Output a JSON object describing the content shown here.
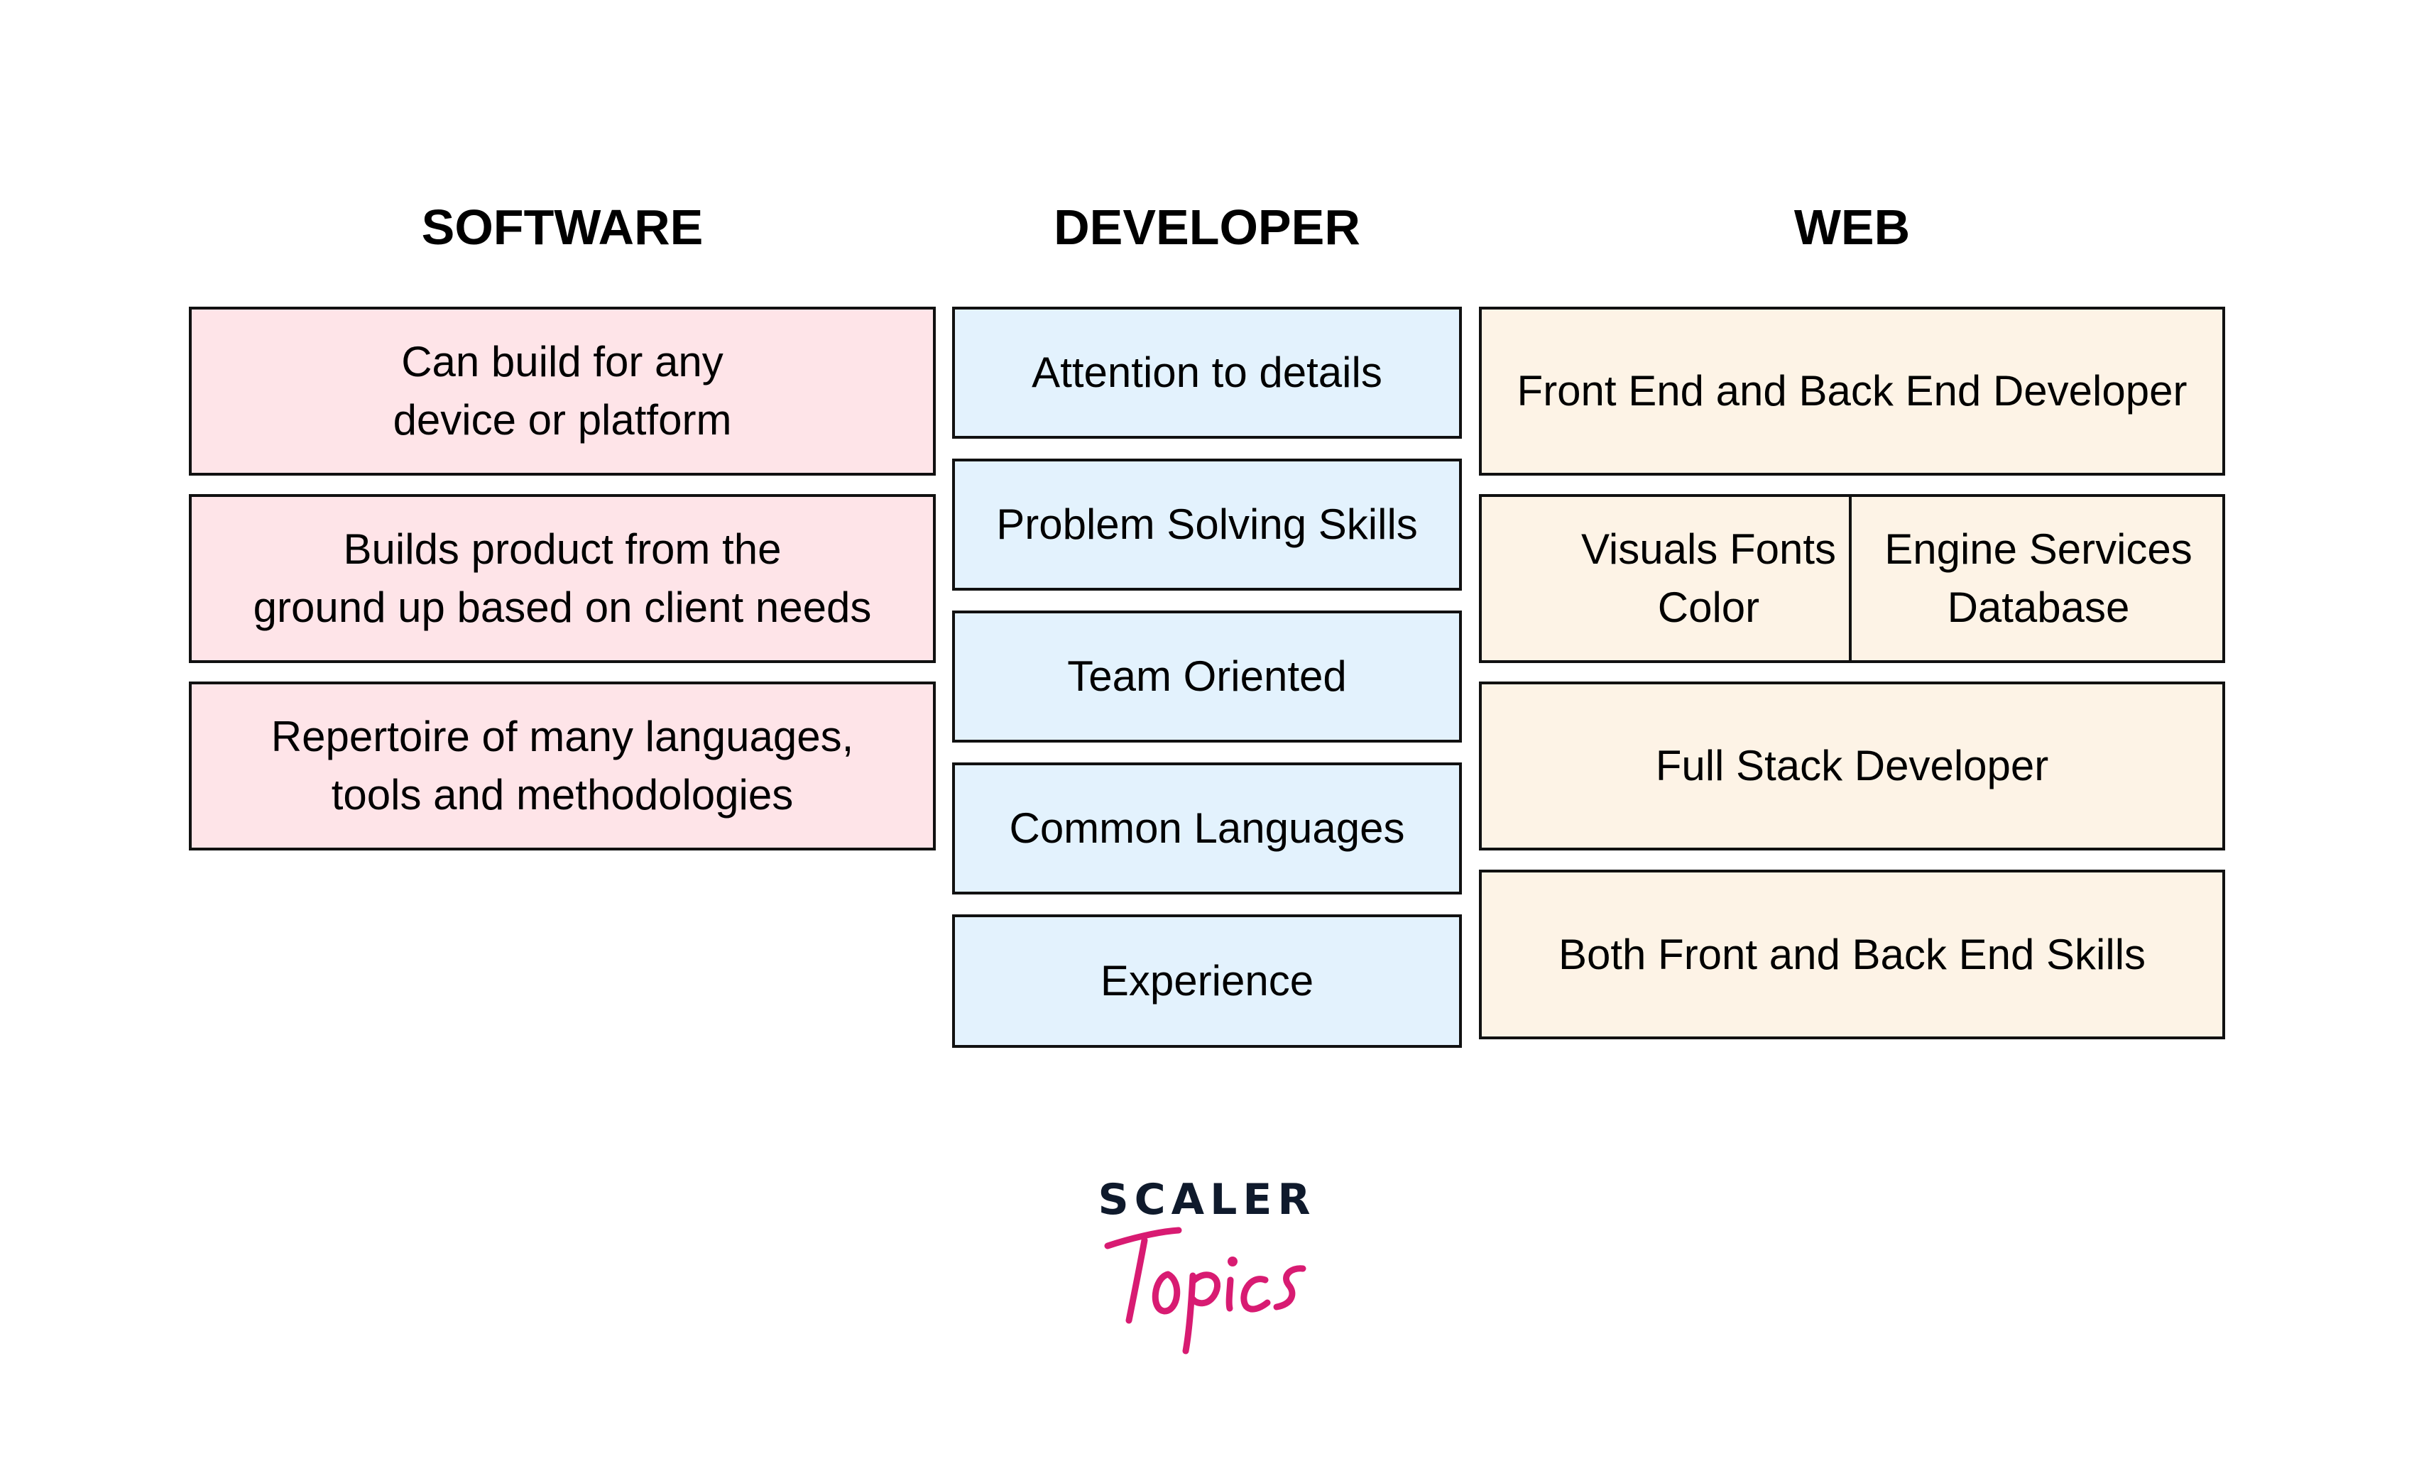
{
  "columns": {
    "software": {
      "heading": "SOFTWARE",
      "items": [
        "Can build for any\ndevice or platform",
        "Builds product from the\nground up based on client needs",
        "Repertoire of many languages,\ntools and methodologies"
      ]
    },
    "developer": {
      "heading": "DEVELOPER",
      "items": [
        "Attention to details",
        "Problem Solving Skills",
        "Team Oriented",
        "Common Languages",
        "Experience"
      ]
    },
    "web": {
      "heading": "WEB",
      "items": [
        "Front End and Back End Developer",
        {
          "left": "Visuals Fonts\nColor",
          "right": "Engine Services\nDatabase"
        },
        "Full Stack Developer",
        "Both Front and Back End Skills"
      ]
    }
  },
  "colors": {
    "software_fill": "#fee4e8",
    "developer_fill": "#e3f2fd",
    "web_fill": "#fdf3e6",
    "logo_dark": "#0f1a2c",
    "logo_pink": "#d81b72"
  },
  "logo": {
    "line1": "SCALER",
    "line2": "Topics"
  }
}
